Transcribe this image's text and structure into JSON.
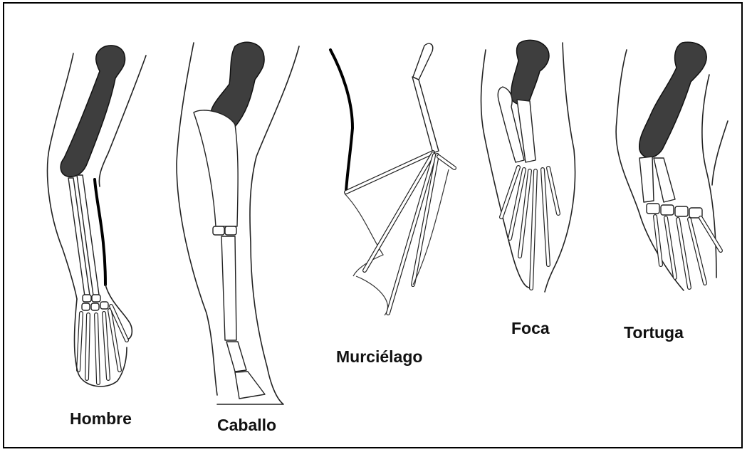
{
  "labels": {
    "human": "Hombre",
    "horse": "Caballo",
    "bat": "Murciélago",
    "seal": "Foca",
    "turtle": "Tortuga"
  },
  "colors": {
    "border": "#000000",
    "humerus_fill": "#3e3e3e",
    "line": "#222222",
    "background": "#ffffff"
  }
}
